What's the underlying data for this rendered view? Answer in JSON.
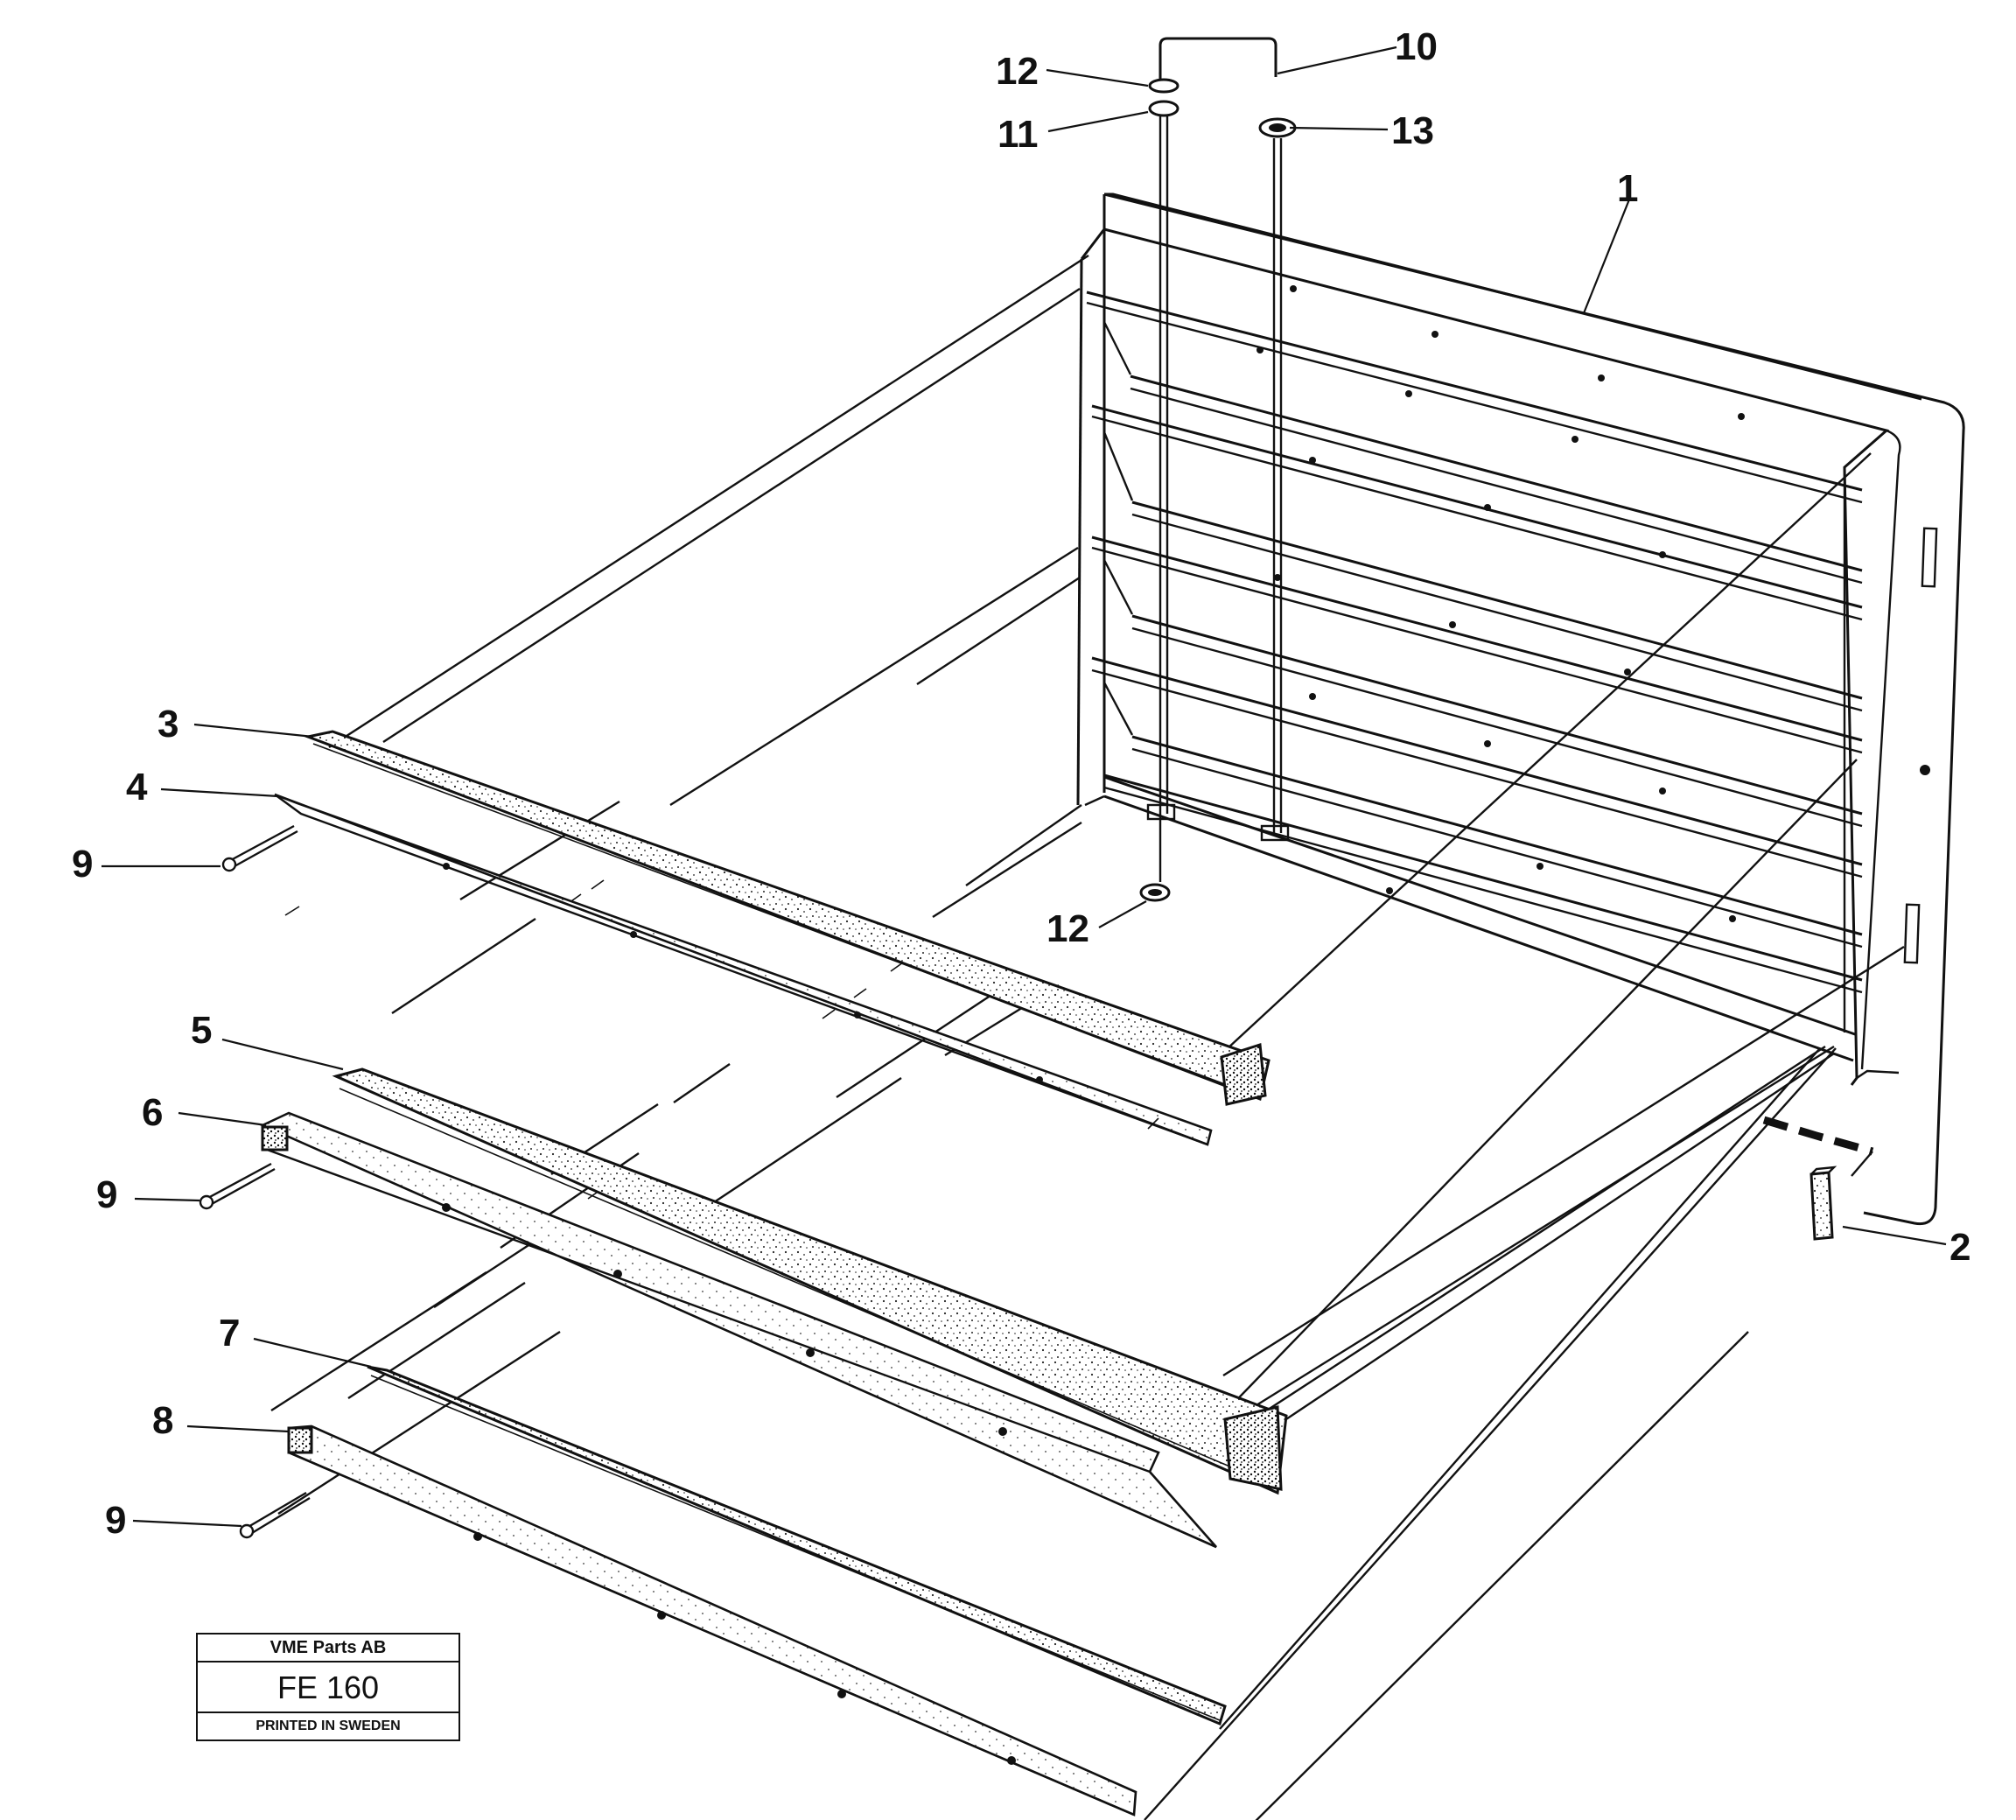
{
  "callouts": [
    {
      "id": "1",
      "label": "1"
    },
    {
      "id": "2",
      "label": "2"
    },
    {
      "id": "3",
      "label": "3"
    },
    {
      "id": "4",
      "label": "4"
    },
    {
      "id": "5",
      "label": "5"
    },
    {
      "id": "6",
      "label": "6"
    },
    {
      "id": "7",
      "label": "7"
    },
    {
      "id": "8",
      "label": "8"
    },
    {
      "id": "9a",
      "label": "9"
    },
    {
      "id": "9b",
      "label": "9"
    },
    {
      "id": "9c",
      "label": "9"
    },
    {
      "id": "10",
      "label": "10"
    },
    {
      "id": "11",
      "label": "11"
    },
    {
      "id": "12a",
      "label": "12"
    },
    {
      "id": "12b",
      "label": "12"
    },
    {
      "id": "13",
      "label": "13"
    }
  ],
  "stamp": {
    "company": "VME Parts AB",
    "code": "FE 160",
    "printed": "PRINTED IN SWEDEN"
  }
}
